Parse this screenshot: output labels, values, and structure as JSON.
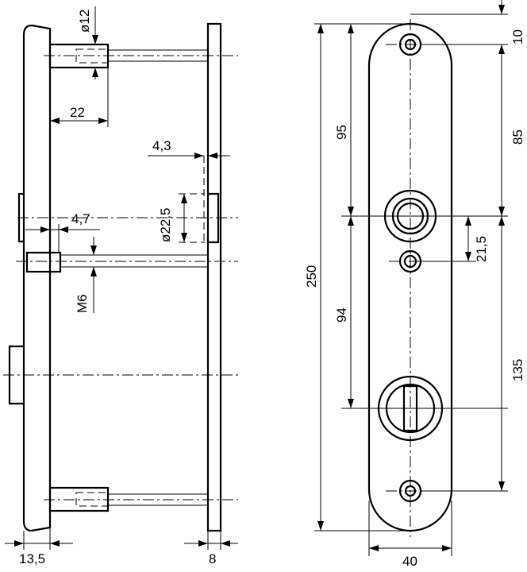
{
  "drawing": {
    "side_view": {
      "label_d12": "ø12",
      "label_22": "22",
      "label_4_3": "4,3",
      "label_d22_5": "ø22,5",
      "label_4_7": "4,7",
      "label_m6": "M6",
      "label_13_5": "13,5",
      "label_8": "8"
    },
    "front_view": {
      "label_250": "250",
      "label_95": "95",
      "label_94": "94",
      "label_21_5": "21,5",
      "label_10": "10",
      "label_85": "85",
      "label_135": "135",
      "label_40": "40"
    }
  }
}
